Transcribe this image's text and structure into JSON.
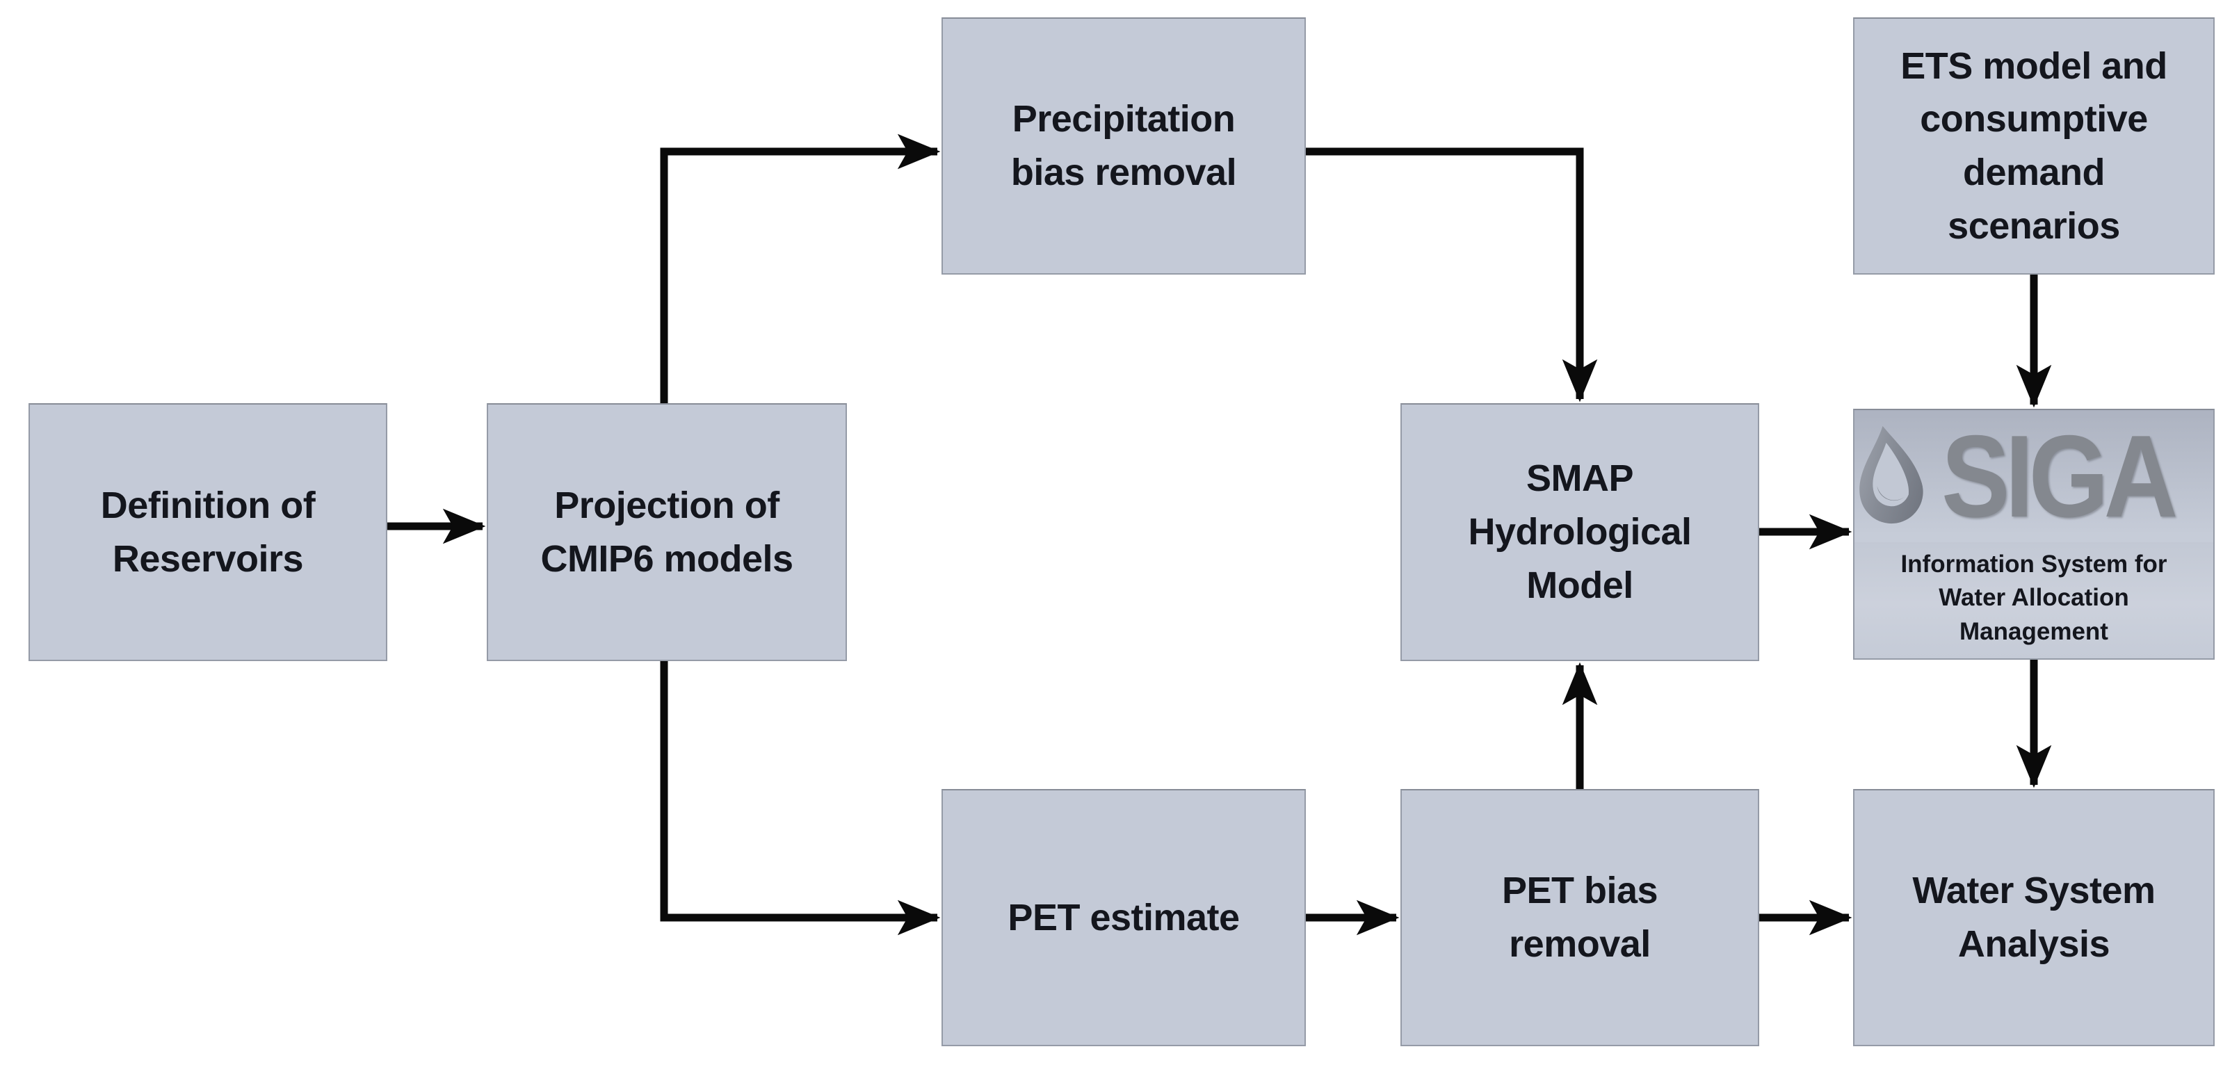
{
  "diagram": {
    "type": "flowchart",
    "background": "#ffffff",
    "colors": {
      "box_fill": "#c4cad7",
      "box_border": "#959ba7",
      "label_text": "#14161d",
      "arrow": "#0a0a0a",
      "siga_wordmark_gray": "#84888f"
    },
    "nodes": {
      "definition": {
        "label": "Definition of\nReservoirs"
      },
      "projection": {
        "label": "Projection of\nCMIP6 models"
      },
      "precipitation": {
        "label": "Precipitation\nbias removal"
      },
      "pet_estimate": {
        "label": "PET estimate"
      },
      "smap": {
        "label": "SMAP\nHydrological\nModel"
      },
      "pet_bias": {
        "label": "PET bias\nremoval"
      },
      "ets": {
        "label": "ETS model and\nconsumptive\ndemand\nscenarios"
      },
      "siga": {
        "logo_text": "SIGA",
        "logo_icon": "water-drop-icon",
        "caption": "Information System for\nWater Allocation\nManagement"
      },
      "water": {
        "label": "Water System\nAnalysis"
      }
    },
    "edges": [
      {
        "from": "definition",
        "to": "projection"
      },
      {
        "from": "projection",
        "to": "precipitation"
      },
      {
        "from": "projection",
        "to": "pet_estimate"
      },
      {
        "from": "precipitation",
        "to": "smap"
      },
      {
        "from": "pet_estimate",
        "to": "pet_bias"
      },
      {
        "from": "pet_bias",
        "to": "smap"
      },
      {
        "from": "smap",
        "to": "siga"
      },
      {
        "from": "ets",
        "to": "siga"
      },
      {
        "from": "siga",
        "to": "water"
      },
      {
        "from": "pet_bias",
        "to": "water"
      }
    ]
  }
}
